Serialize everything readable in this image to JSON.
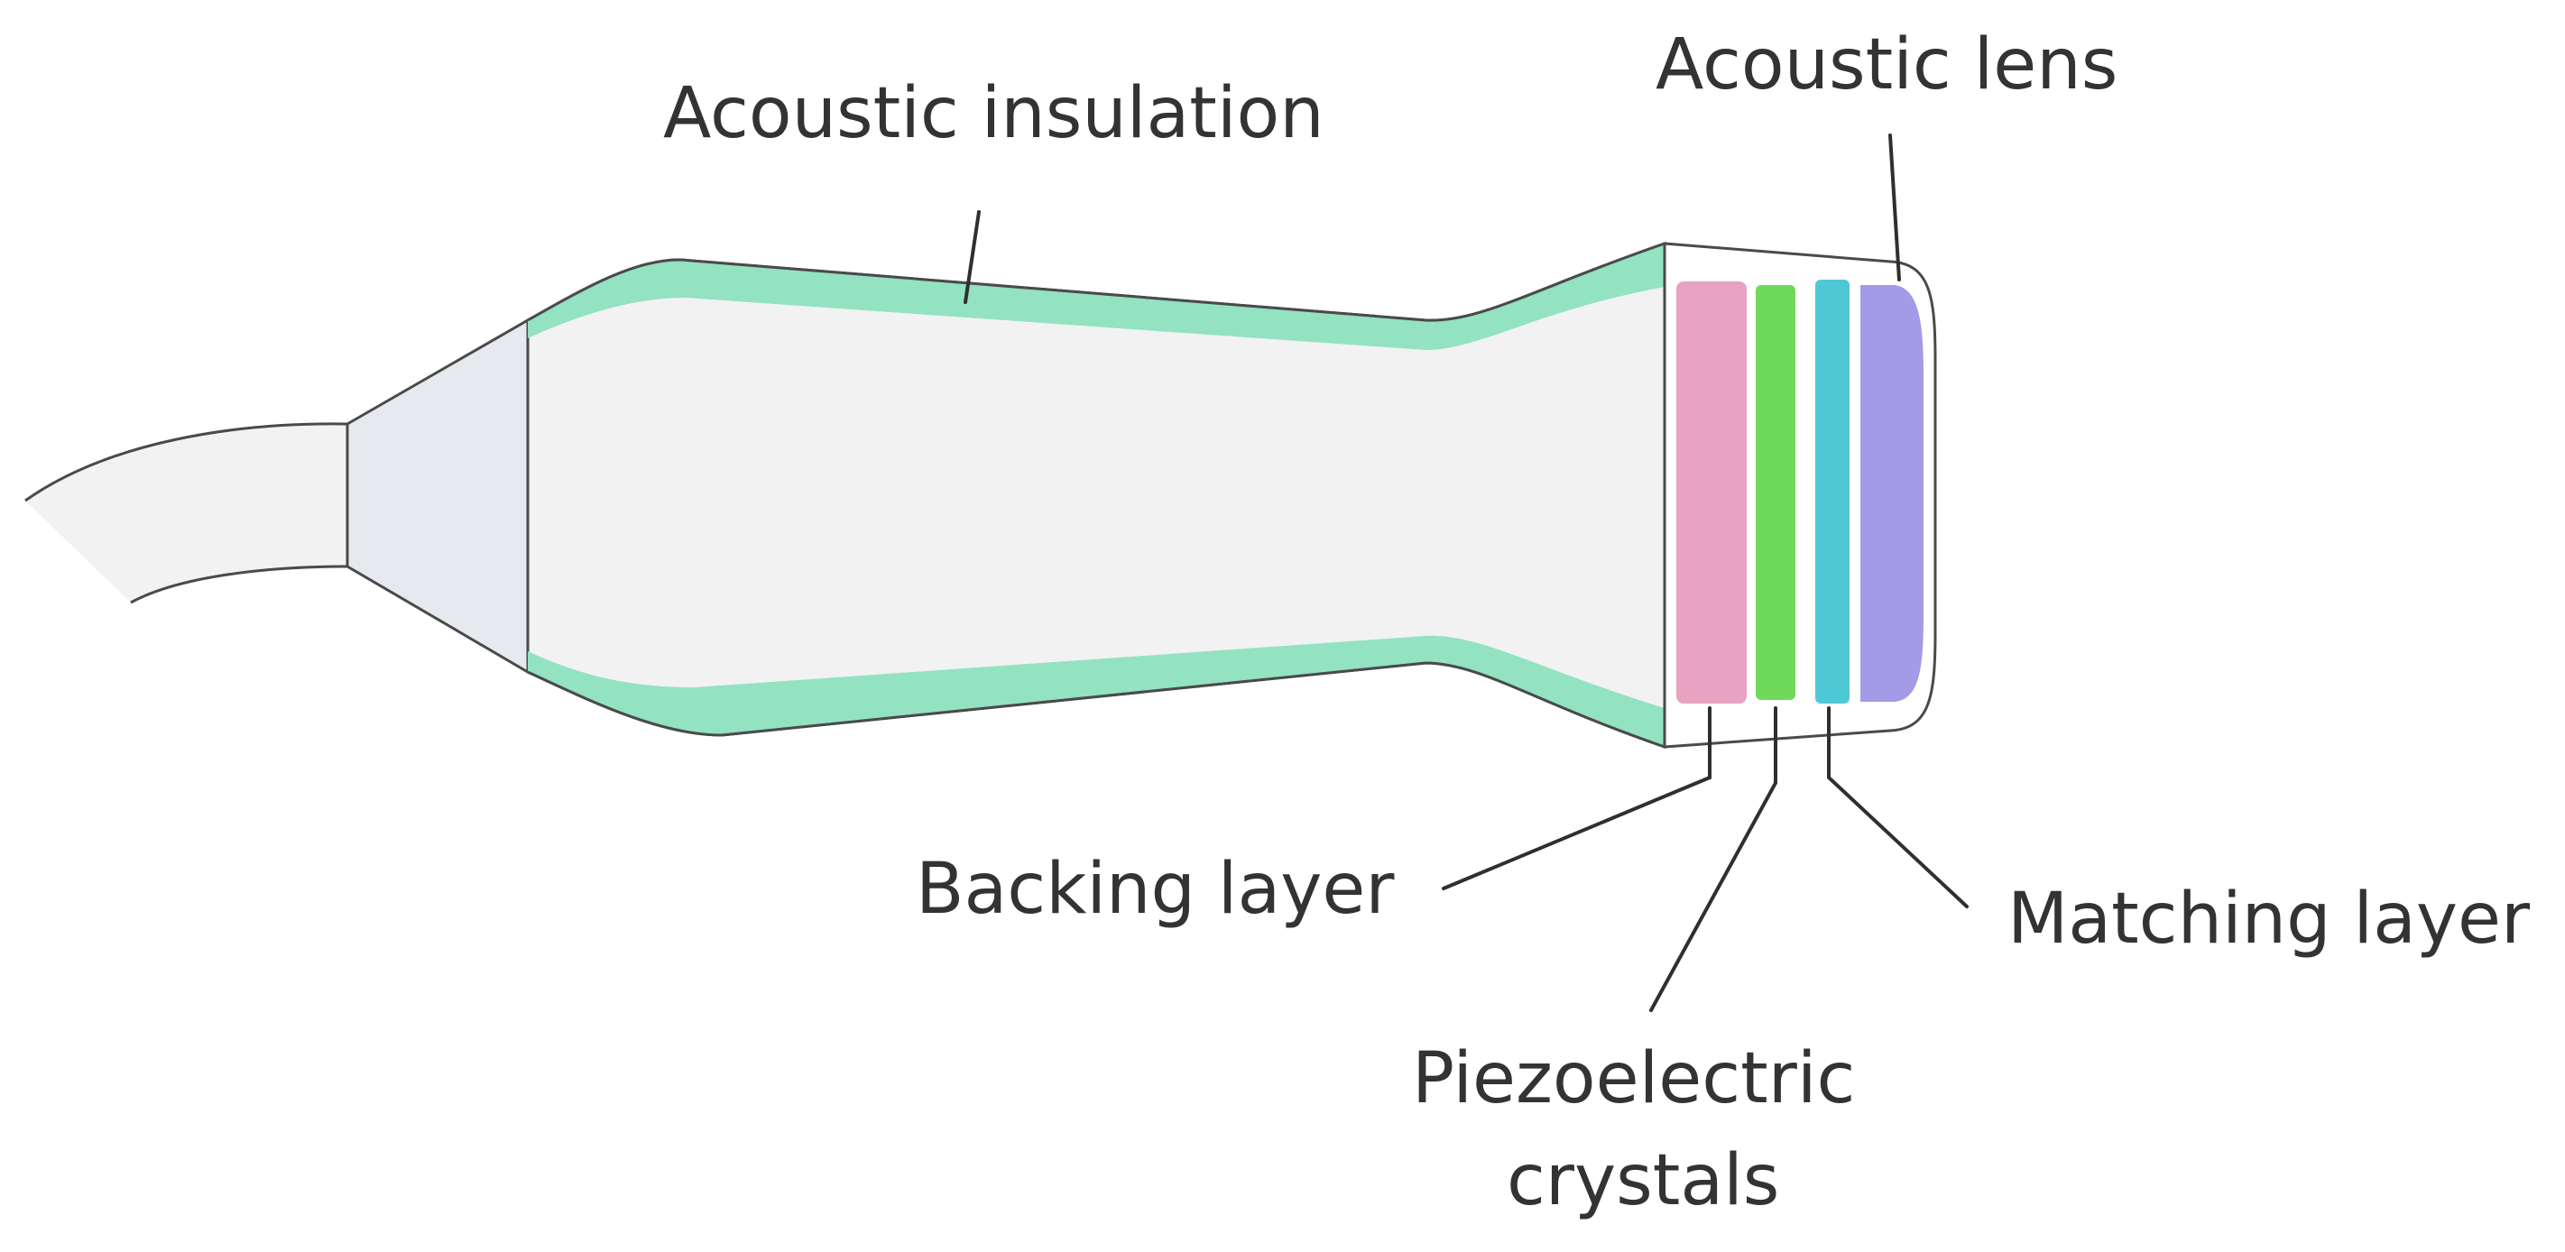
{
  "diagram": {
    "labels": {
      "acoustic_insulation": "Acoustic insulation",
      "acoustic_lens": "Acoustic lens",
      "backing_layer": "Backing layer",
      "matching_layer": "Matching layer",
      "piezoelectric_line1": "Piezoelectric",
      "piezoelectric_line2": "crystals"
    },
    "colors": {
      "insulation": "#93e2c2",
      "body_fill": "#f2f2f2",
      "neck_fill": "#e6e9ee",
      "backing_layer": "#e8a2c2",
      "piezoelectric_crystals": "#6fd95a",
      "matching_layer": "#4fc8d6",
      "acoustic_lens": "#a39be6",
      "outline": "#4a4a4a",
      "text": "#333333"
    }
  }
}
